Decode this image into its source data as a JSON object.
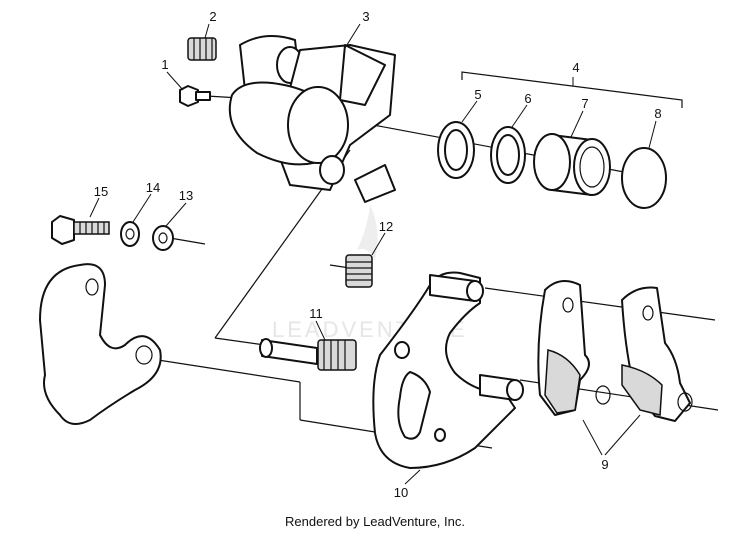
{
  "watermark": "LEADVENTURE",
  "credit": "Rendered by LeadVenture, Inc.",
  "callouts": [
    "1",
    "2",
    "3",
    "4",
    "5",
    "6",
    "7",
    "8",
    "9",
    "10",
    "11",
    "12",
    "13",
    "14",
    "15"
  ]
}
